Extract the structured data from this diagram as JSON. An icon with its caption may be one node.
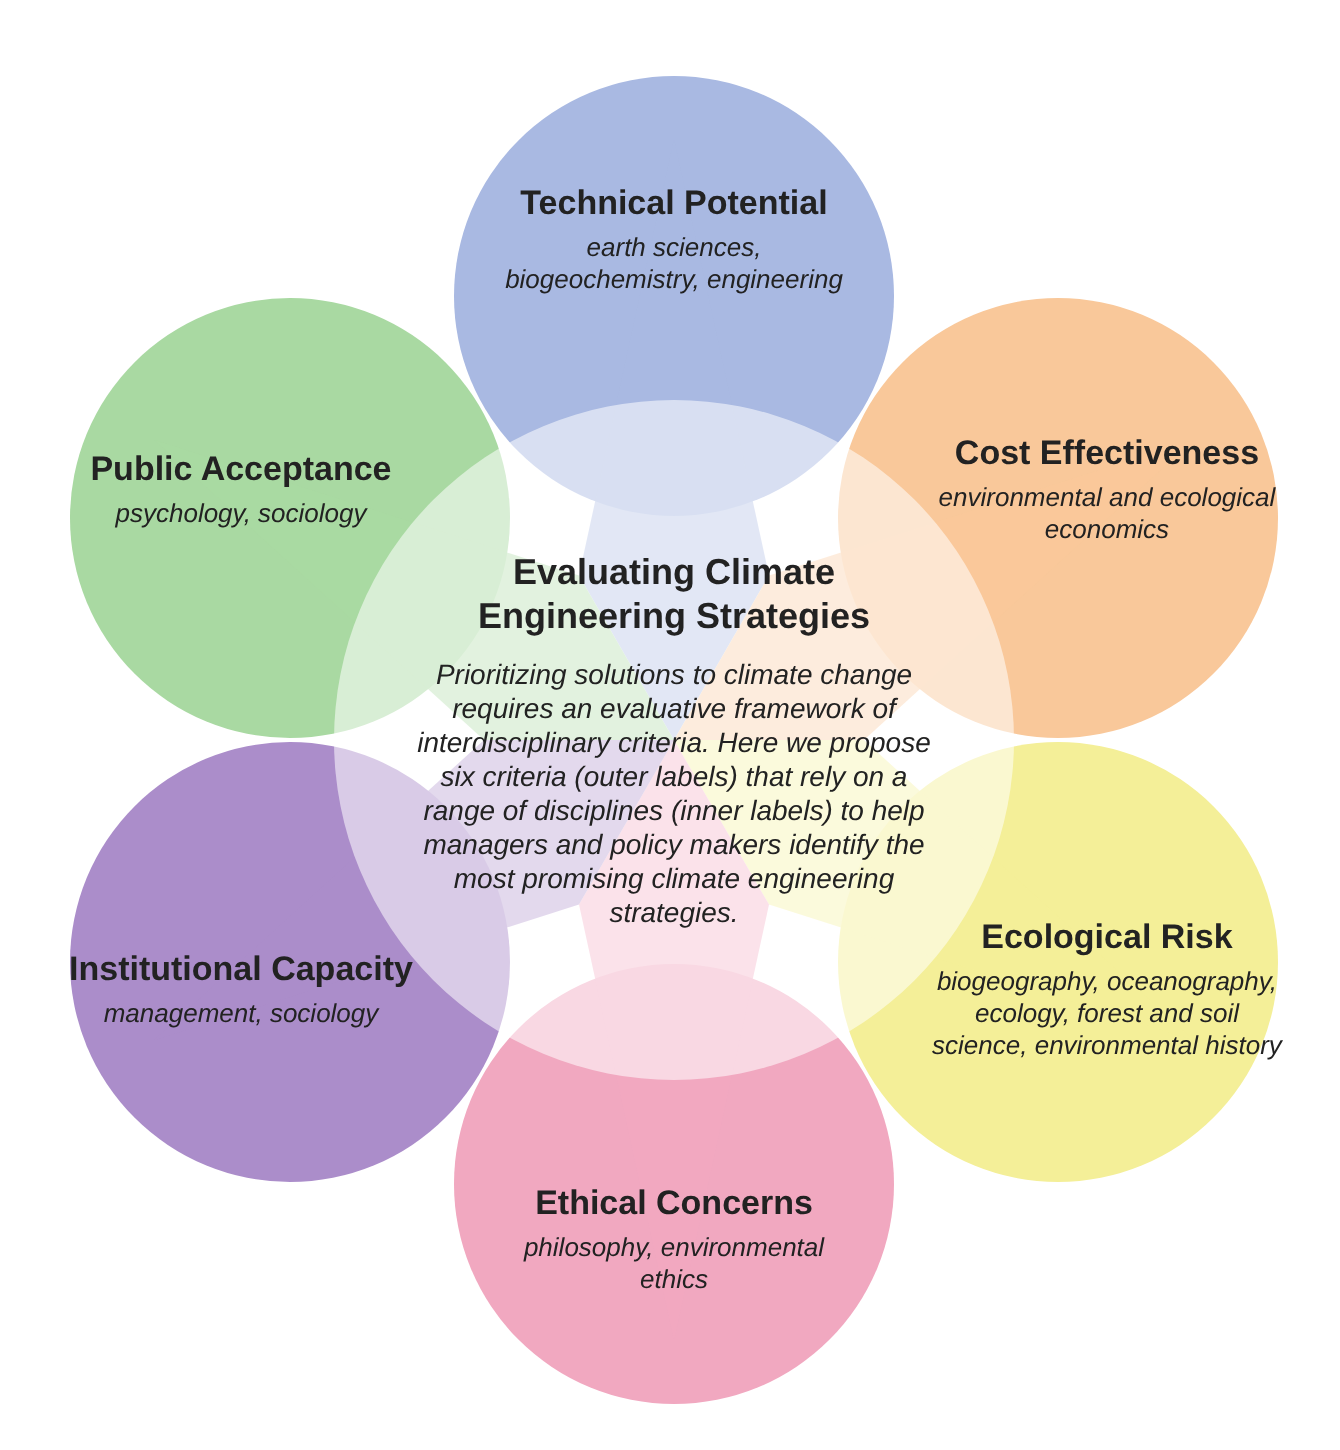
{
  "diagram": {
    "nodes": [
      {
        "text": [
          "Evaluating Climate Engineering Strategies",
          "Prioritizing solutions to climate change requires an evaluative framework of interdisciplinary criteria. Here we propose six criteria (outer labels) that rely on a range of disciplines (inner labels) to help managers and policy makers identify the most promising climate engineering strategies."
        ]
      },
      {
        "text": [
          "Technical Potential",
          "earth sciences, biogeochemistry, engineering"
        ]
      },
      {
        "text": [
          "Cost Effectiveness",
          "environmental and ecological economics"
        ]
      },
      {
        "text": [
          "Ecological Risk",
          "biogeography, oceanography, ecology, forest and soil science, environmental history"
        ]
      },
      {
        "text": [
          "Ethical Concerns",
          "philosophy, environmental ethics"
        ]
      },
      {
        "text": [
          "Institutional Capacity",
          "management, sociology"
        ]
      },
      {
        "text": [
          "Public Acceptance",
          "psychology, sociology"
        ]
      }
    ],
    "edges": []
  }
}
